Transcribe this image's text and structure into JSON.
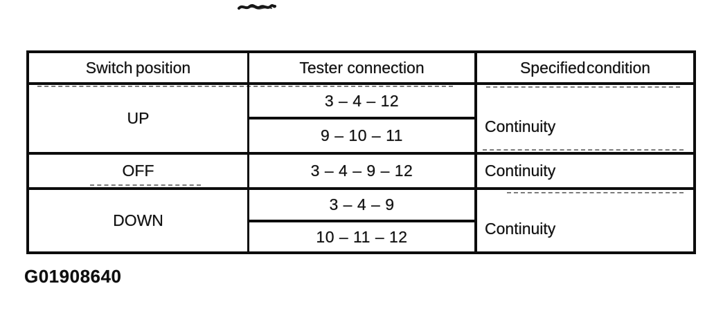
{
  "colors": {
    "ink": "#0c0c0c",
    "paper": "#ffffff"
  },
  "table": {
    "headers": {
      "switch_position": "Switch position",
      "tester_connection": "Tester connection",
      "specified_condition": "Specified condition"
    },
    "rows": [
      {
        "position": "UP",
        "connections": [
          "3 – 4 – 12",
          "9 – 10 – 11"
        ],
        "condition": "Continuity"
      },
      {
        "position": "OFF",
        "connections": [
          "3 – 4 – 9 – 12"
        ],
        "condition": "Continuity"
      },
      {
        "position": "DOWN",
        "connections": [
          "3 – 4 – 9",
          "10 – 11 – 12"
        ],
        "condition": "Continuity"
      }
    ]
  },
  "caption": {
    "figure_code": "G01908640"
  }
}
